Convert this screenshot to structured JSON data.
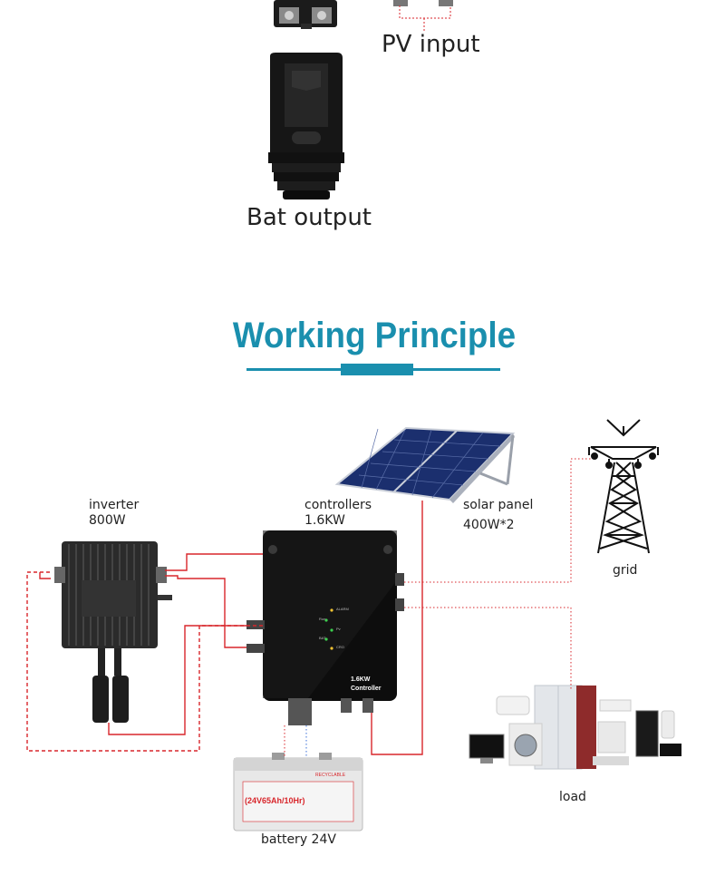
{
  "top": {
    "pv_input_label": "PV input",
    "bat_output_label": "Bat output"
  },
  "section": {
    "title": "Working Principle",
    "accent_color": "#1a8fae"
  },
  "diagram": {
    "inverter": {
      "name": "inverter",
      "rating": "800W"
    },
    "controllers": {
      "name": "controllers",
      "rating": "1.6KW",
      "panel_text": "1.6KW",
      "panel_sub": "Controller",
      "leds": [
        "ALARM",
        "Run",
        "Pv",
        "BAT",
        "CRO"
      ]
    },
    "solar_panel": {
      "name": "solar panel",
      "rating": "400W*2"
    },
    "grid": {
      "name": "grid"
    },
    "load": {
      "name": "load"
    },
    "battery": {
      "label": "battery 24V",
      "case_text": "(24V65Ah/10Hr)",
      "case_top": "RECYCLABLE"
    },
    "wire_color": "#d8262b",
    "wire_blue": "#3a6fd8"
  }
}
